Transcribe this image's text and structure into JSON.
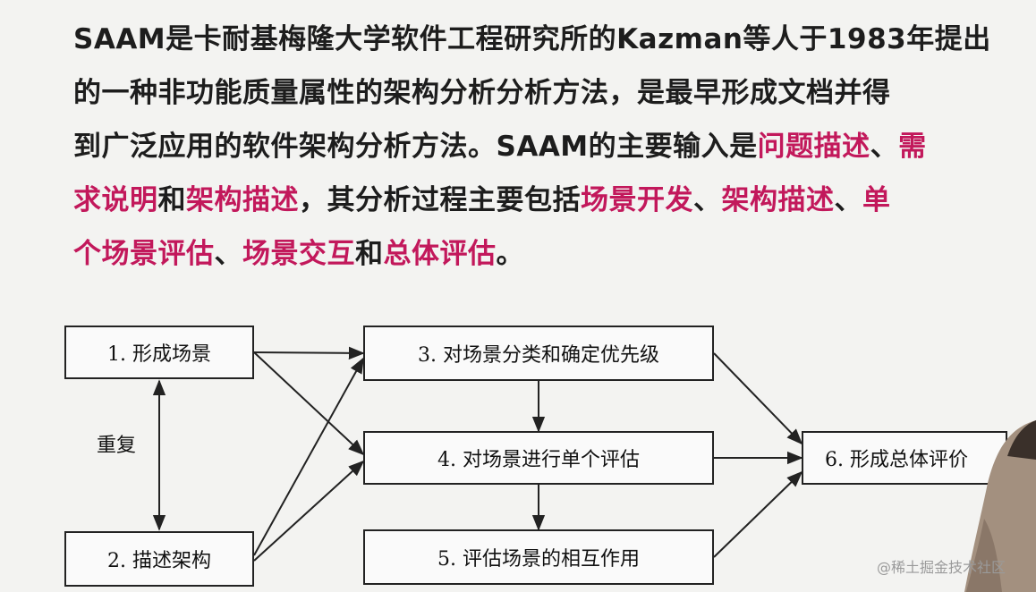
{
  "paragraph": {
    "lines": [
      [
        {
          "t": "SAAM是卡耐基梅隆大学软件工程研究所的Kazman等人于1983年提出",
          "hl": false
        }
      ],
      [
        {
          "t": "的一种非功能质量属性的架构分析分析方法，是最早形成文档并得",
          "hl": false
        }
      ],
      [
        {
          "t": "到广泛应用的软件架构分析方法。SAAM的主要输入是",
          "hl": false
        },
        {
          "t": "问题描述",
          "hl": true
        },
        {
          "t": "、",
          "hl": false
        },
        {
          "t": "需",
          "hl": true
        }
      ],
      [
        {
          "t": "求说明",
          "hl": true
        },
        {
          "t": "和",
          "hl": false
        },
        {
          "t": "架构描述",
          "hl": true
        },
        {
          "t": "，其分析过程主要包括",
          "hl": false
        },
        {
          "t": "场景开发",
          "hl": true
        },
        {
          "t": "、",
          "hl": false
        },
        {
          "t": "架构描述",
          "hl": true
        },
        {
          "t": "、",
          "hl": false
        },
        {
          "t": "单",
          "hl": true
        }
      ],
      [
        {
          "t": "个场景评估",
          "hl": true
        },
        {
          "t": "、",
          "hl": false
        },
        {
          "t": "场景交互",
          "hl": true
        },
        {
          "t": "和",
          "hl": false
        },
        {
          "t": "总体评估",
          "hl": true
        },
        {
          "t": "。",
          "hl": false
        }
      ]
    ],
    "highlight_color": "#c2185b",
    "text_color": "#1d1d1d"
  },
  "diagram": {
    "nodes": {
      "n1": "1. 形成场景",
      "n2": "2. 描述架构",
      "n3": "3. 对场景分类和确定优先级",
      "n4": "4. 对场景进行单个评估",
      "n5": "5. 评估场景的相互作用",
      "n6": "6. 形成总体评价"
    },
    "repeat_label": "重复",
    "edges": [
      [
        "n1",
        "n3"
      ],
      [
        "n1",
        "n4"
      ],
      [
        "n2",
        "n3"
      ],
      [
        "n2",
        "n4"
      ],
      [
        "n3",
        "n4"
      ],
      [
        "n4",
        "n5"
      ],
      [
        "n3",
        "n6"
      ],
      [
        "n4",
        "n6"
      ],
      [
        "n5",
        "n6"
      ],
      [
        "n1",
        "n2",
        "both"
      ]
    ]
  },
  "watermark": "@稀土掘金技术社区"
}
